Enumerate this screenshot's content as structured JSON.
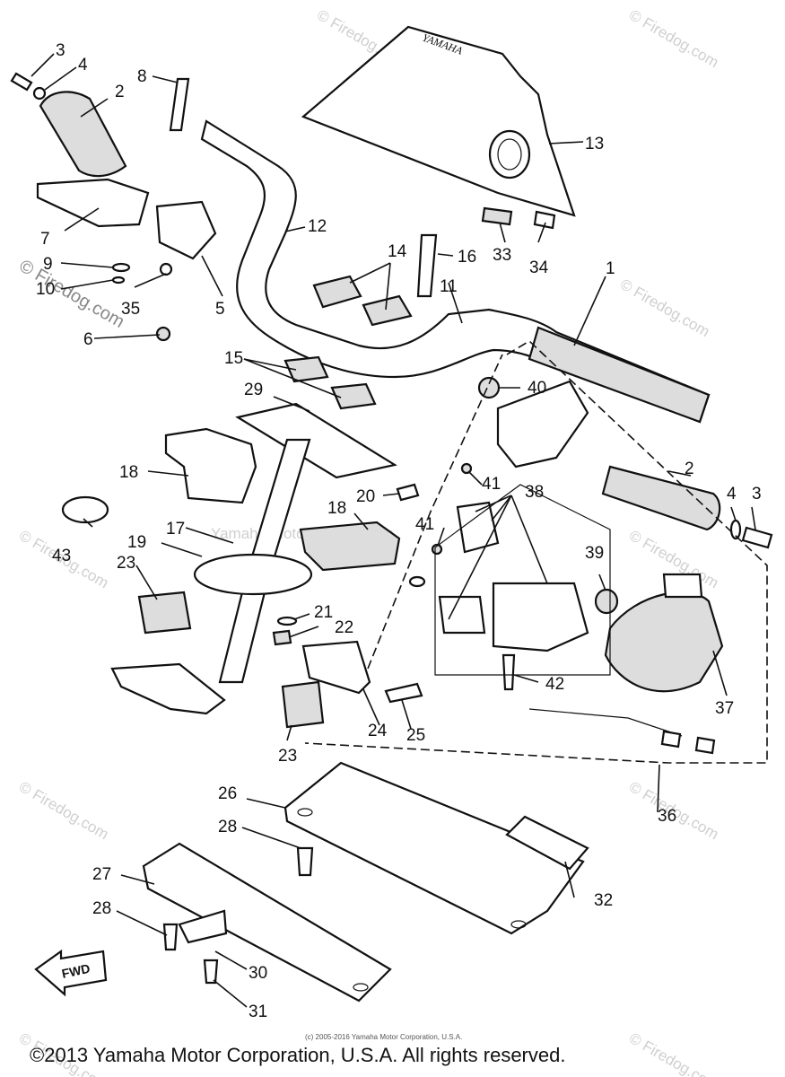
{
  "diagram": {
    "callouts": [
      "1",
      "2",
      "3",
      "4",
      "5",
      "6",
      "7",
      "8",
      "9",
      "10",
      "11",
      "12",
      "13",
      "14",
      "15",
      "16",
      "17",
      "18",
      "19",
      "20",
      "21",
      "22",
      "23",
      "24",
      "25",
      "26",
      "27",
      "28",
      "29",
      "30",
      "31",
      "32",
      "33",
      "34",
      "35",
      "36",
      "37",
      "38",
      "39",
      "40",
      "41",
      "42",
      "43"
    ],
    "fwd_label": "FWD"
  },
  "watermark": {
    "text": "© Firedog.com",
    "center_text": "Yamaha Motor Corporation"
  },
  "footer": {
    "small_copyright": "(c) 2005-2016 Yamaha Motor Corporation, U.S.A.",
    "copyright": "©2013 Yamaha Motor Corporation, U.S.A. All rights reserved."
  }
}
